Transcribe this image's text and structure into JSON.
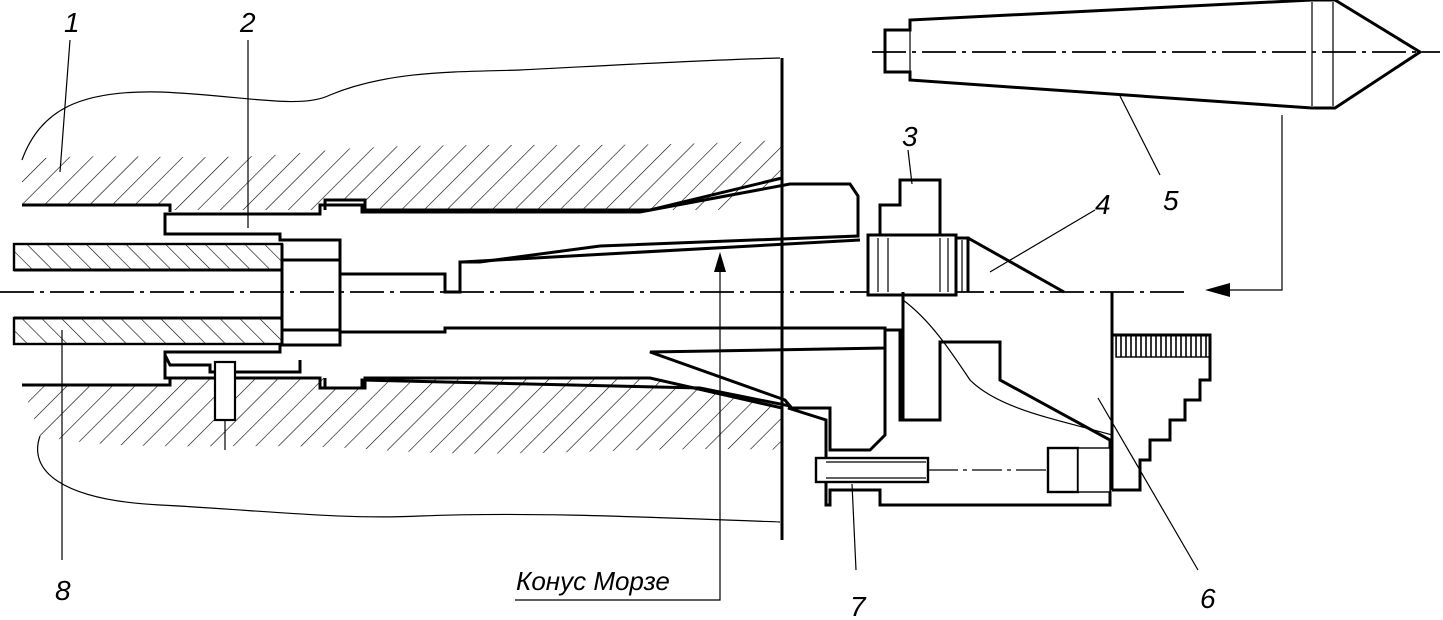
{
  "labels": {
    "l1": "1",
    "l2": "2",
    "l3": "3",
    "l4": "4",
    "l5": "5",
    "l6": "6",
    "l7": "7",
    "l8": "8"
  },
  "caption": "Конус Морзе"
}
